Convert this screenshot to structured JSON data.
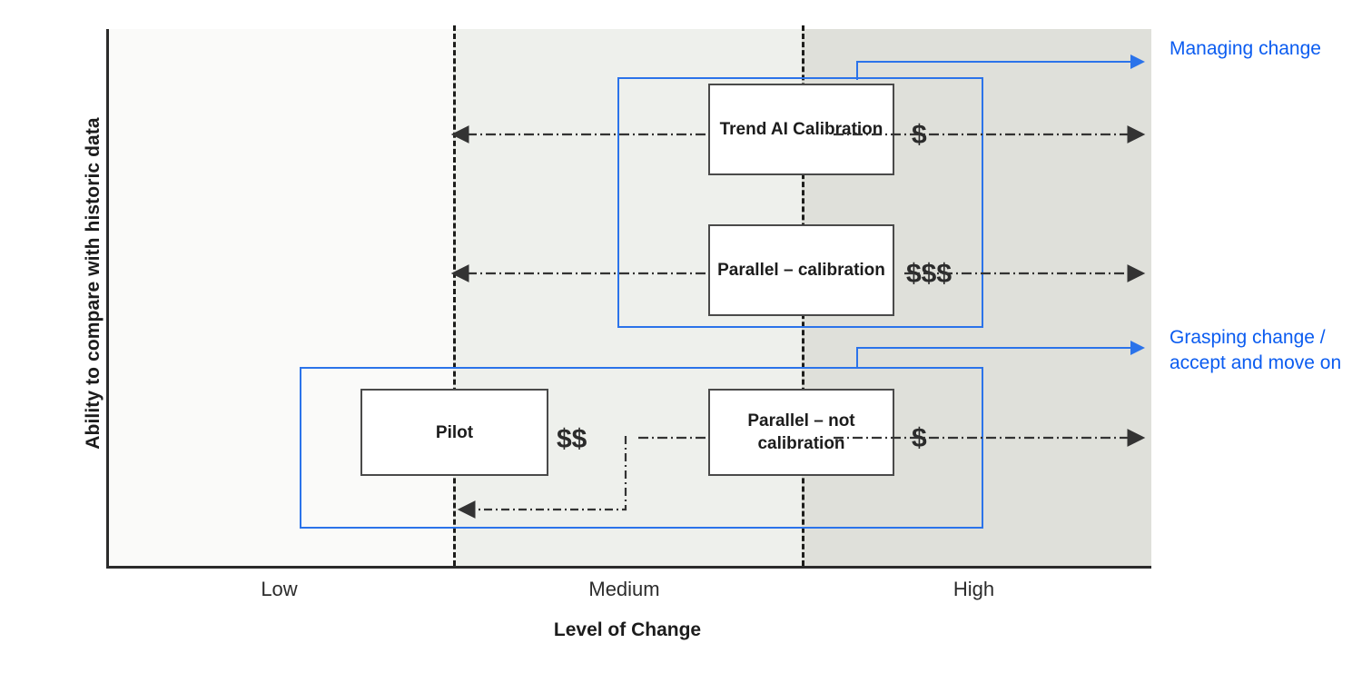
{
  "chart_data": {
    "type": "scatter",
    "title": "",
    "xlabel": "Level of Change",
    "ylabel": "Ability to compare with historic data",
    "x_ticks": [
      "Low",
      "Medium",
      "High"
    ],
    "grid": false,
    "legend_position": "right",
    "background_bands": [
      "#fafaf9",
      "#eef0ec",
      "#dfe0da"
    ],
    "items": [
      {
        "label": "Trend AI Calibration",
        "cost": "$",
        "level_of_change": "Medium-High",
        "ability_to_compare": "High",
        "group": "Managing change"
      },
      {
        "label": "Parallel – calibration",
        "cost": "$$$",
        "level_of_change": "Medium-High",
        "ability_to_compare": "Medium-High",
        "group": "Managing change"
      },
      {
        "label": "Pilot",
        "cost": "$$",
        "level_of_change": "Low-Medium",
        "ability_to_compare": "Low",
        "group": "Grasping change / accept and move on"
      },
      {
        "label": "Parallel – not calibration",
        "cost": "$",
        "level_of_change": "Medium-High",
        "ability_to_compare": "Low",
        "group": "Grasping change / accept and move on"
      }
    ],
    "groups": [
      {
        "name": "Managing change"
      },
      {
        "name": "Grasping change / accept and move on"
      }
    ]
  },
  "axes": {
    "y_title": "Ability to compare with historic data",
    "x_title": "Level of Change",
    "x_ticks": {
      "low": "Low",
      "medium": "Medium",
      "high": "High"
    }
  },
  "boxes": {
    "trend_ai": "Trend AI Calibration",
    "parallel_calibration": "Parallel – calibration",
    "pilot": "Pilot",
    "parallel_not_calibration": "Parallel – not calibration"
  },
  "costs": {
    "trend_ai": "$",
    "parallel_calibration": "$$$",
    "pilot": "$$",
    "parallel_not_calibration": "$"
  },
  "callouts": {
    "managing_change": "Managing change",
    "grasping_change": "Grasping change / accept and move on"
  },
  "colors": {
    "accent_blue": "#0b5cf0",
    "group_rect_blue": "#2b73ea",
    "text_dark": "#1c1c1c",
    "band_low": "#fafaf9",
    "band_medium": "#eef0ec",
    "band_high": "#dfe0da",
    "box_border": "#4a4a4a",
    "axis": "#2b2b2b"
  }
}
